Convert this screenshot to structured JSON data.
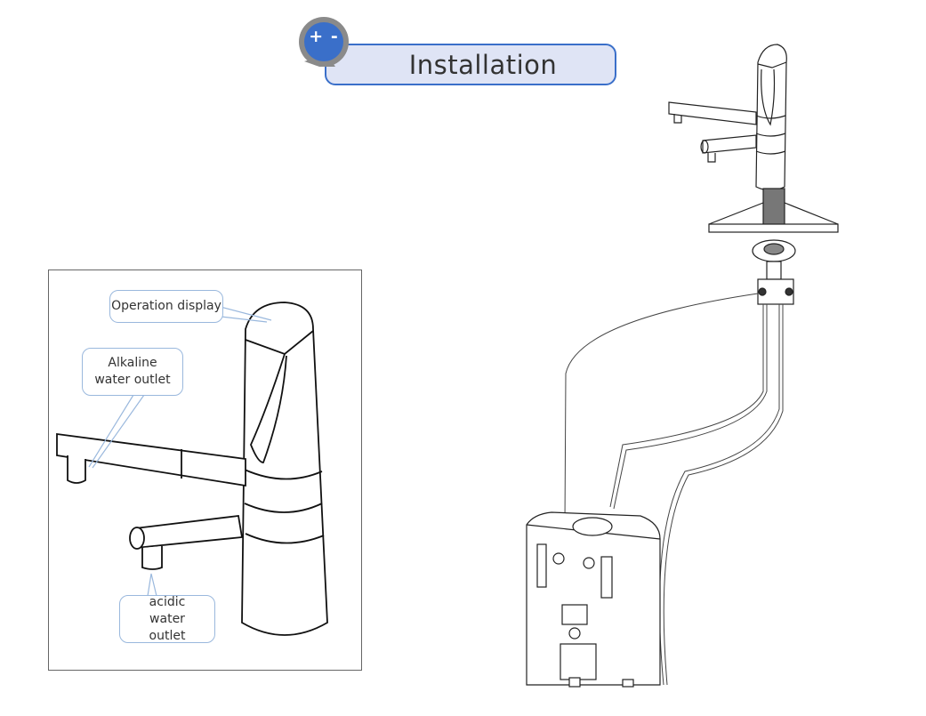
{
  "header": {
    "title": "Installation",
    "zoom_badge_label": "+ -"
  },
  "detail_panel": {
    "callouts": [
      {
        "label": "Operation display"
      },
      {
        "label": "Alkaline water outlet"
      },
      {
        "label": "acidic water outlet"
      }
    ]
  },
  "colors": {
    "accent_blue": "#3a6fc9",
    "pill_fill": "#dfe4f5",
    "callout_border": "#9ab8dd",
    "badge_gray": "#8a8a8a"
  }
}
